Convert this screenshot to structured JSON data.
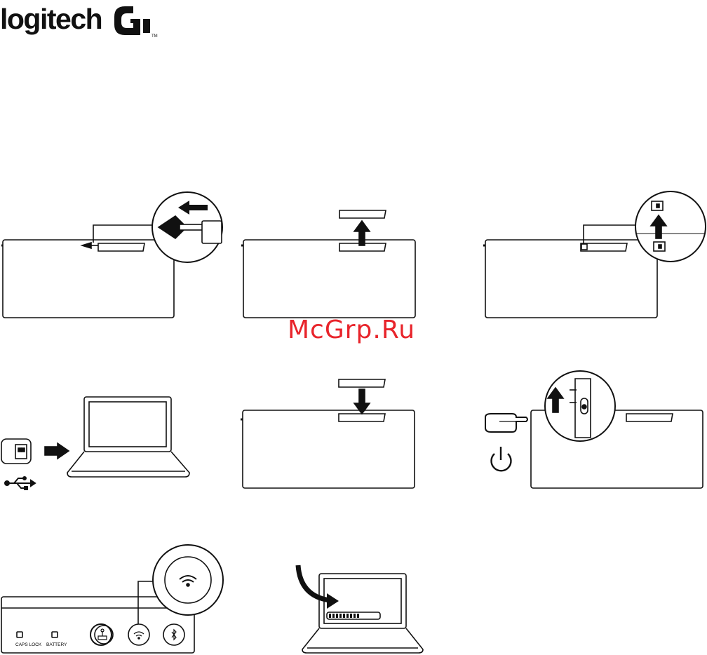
{
  "brand": {
    "name": "logitech",
    "trademark": "TM",
    "colors": {
      "ink": "#111111",
      "watermark": "#e8242b"
    }
  },
  "watermark": {
    "text": "McGrp.Ru"
  },
  "steps": [
    {
      "id": 1,
      "icon": "battery-door-slide-icon"
    },
    {
      "id": 2,
      "icon": "battery-door-lift-icon"
    },
    {
      "id": 3,
      "icon": "usb-receiver-remove-icon"
    },
    {
      "id": 4,
      "icon": "usb-receiver-laptop-icon"
    },
    {
      "id": 5,
      "icon": "battery-door-close-icon"
    },
    {
      "id": 6,
      "icon": "power-switch-on-icon"
    },
    {
      "id": 7,
      "icon": "wireless-button-icon"
    },
    {
      "id": 8,
      "icon": "software-install-icon"
    }
  ],
  "keyboard_indicators": {
    "caps_lock": "CAPS LOCK",
    "battery": "BATTERY"
  }
}
